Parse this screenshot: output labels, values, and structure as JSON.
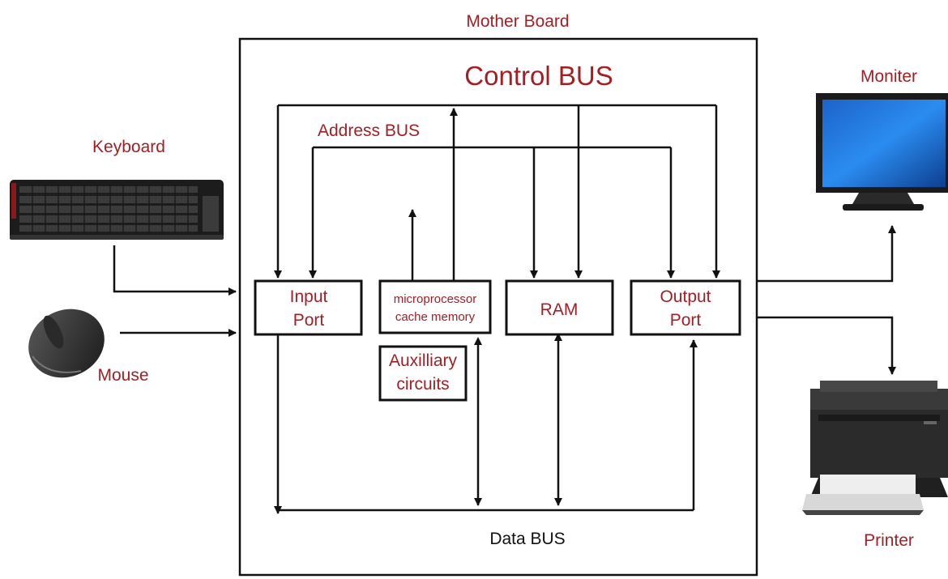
{
  "colors": {
    "label_red": "#a31f24",
    "line": "#111111"
  },
  "labels": {
    "mother_board": "Mother Board",
    "control_bus": "Control BUS",
    "address_bus": "Address BUS",
    "data_bus": "Data BUS",
    "keyboard": "Keyboard",
    "mouse": "Mouse",
    "monitor": "Moniter",
    "printer": "Printer"
  },
  "boxes": {
    "input_port": [
      "Input",
      "Port"
    ],
    "microprocessor": [
      "microprocessor",
      "cache memory"
    ],
    "ram": "RAM",
    "output_port": [
      "Output",
      "Port"
    ],
    "auxiliary": [
      "Auxilliary",
      "circuits"
    ]
  },
  "devices": {
    "keyboard_icon": "keyboard-icon",
    "mouse_icon": "mouse-icon",
    "monitor_icon": "monitor-icon",
    "printer_icon": "printer-icon"
  }
}
